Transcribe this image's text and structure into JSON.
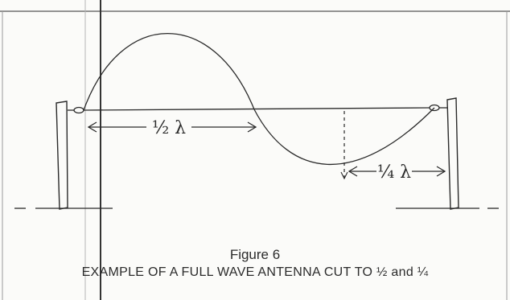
{
  "diagram": {
    "half_wave_label": "½ λ",
    "quarter_wave_label": "¼ λ"
  },
  "caption": {
    "figure_number": "Figure 6",
    "title": "EXAMPLE OF A FULL WAVE ANTENNA CUT TO ½ and ¼"
  },
  "colors": {
    "ink": "#2a2a2a",
    "paper": "#fbfbf9",
    "rule": "#444444"
  }
}
